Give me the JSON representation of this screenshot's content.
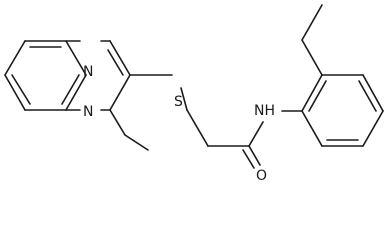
{
  "molecule": {
    "atoms": {
      "quinoxaline_n_upper": "N",
      "quinoxaline_n_lower": "N",
      "thioether_s": "S",
      "amide_nh": "NH",
      "carbonyl_o": "O"
    }
  }
}
